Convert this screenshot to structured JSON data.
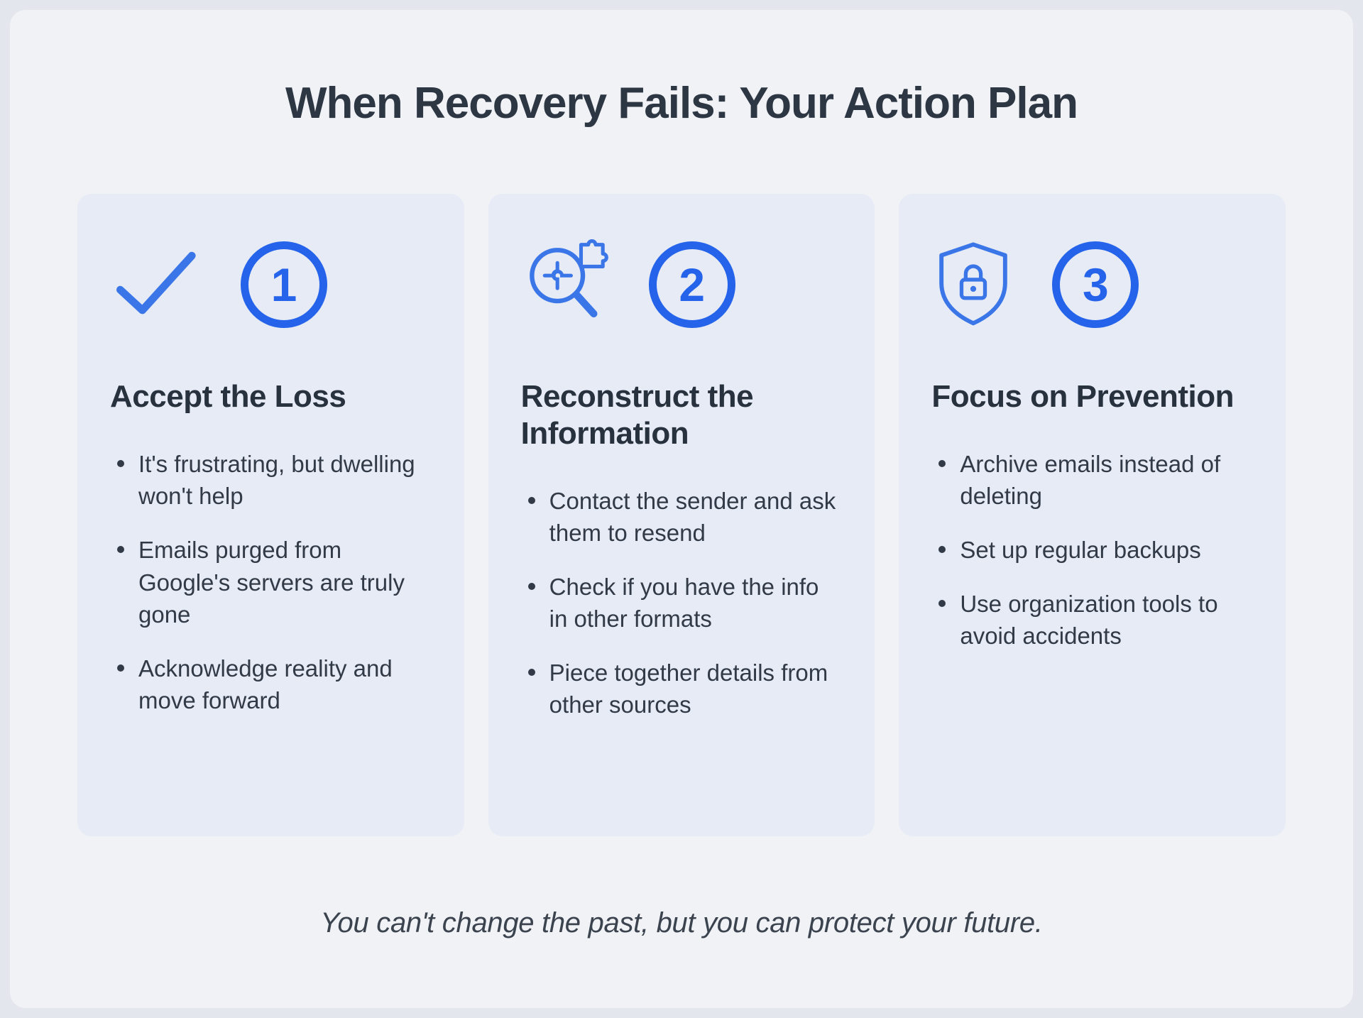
{
  "title": "When Recovery Fails: Your Action Plan",
  "footer": "You can't change the past, but you can protect your future.",
  "colors": {
    "accent": "#2563eb",
    "icon_stroke": "#3b76e8",
    "card_background": "#e6ebf6",
    "page_background": "#f0f2f6",
    "text_dark": "#2d3643"
  },
  "cards": [
    {
      "number": "1",
      "icon": "checkmark-icon",
      "title": "Accept the Loss",
      "bullets": [
        "It's frustrating, but dwelling won't help",
        "Emails purged from Google's servers are truly gone",
        "Acknowledge reality and move forward"
      ]
    },
    {
      "number": "2",
      "icon": "magnifier-puzzle-icon",
      "title": "Reconstruct the Information",
      "bullets": [
        "Contact the sender and ask them to resend",
        "Check if you have the info in other formats",
        "Piece together details from other sources"
      ]
    },
    {
      "number": "3",
      "icon": "shield-lock-icon",
      "title": "Focus on Prevention",
      "bullets": [
        "Archive emails instead of deleting",
        "Set up regular backups",
        "Use organization tools to avoid accidents"
      ]
    }
  ]
}
